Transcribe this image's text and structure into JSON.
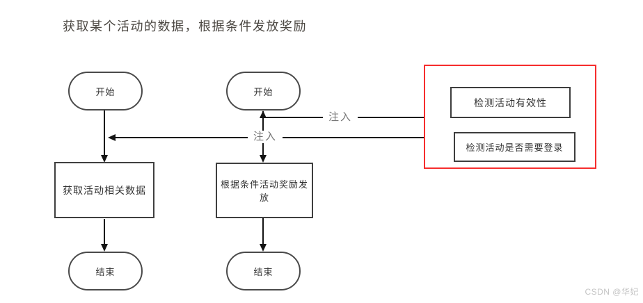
{
  "page": {
    "title": "获取某个活动的数据，根据条件发放奖励",
    "watermark": "CSDN @华妃"
  },
  "flows": {
    "left": {
      "start": "开始",
      "process": "获取活动相关数据",
      "end": "结束"
    },
    "middle": {
      "start": "开始",
      "process": "根据条件活动奖励发放",
      "end": "结束"
    }
  },
  "injection": {
    "check_validity": "检测活动有效性",
    "check_login": "检测活动是否需要登录",
    "label_to_middle": "注入",
    "label_to_left": "注入"
  },
  "colors": {
    "highlight_border": "#f62d2d",
    "shape_border": "#4a4a4a",
    "connector_line": "#141414",
    "inject_label_text": "#757575",
    "title_text": "#4c4843",
    "watermark_text": "#c4c4c4"
  }
}
